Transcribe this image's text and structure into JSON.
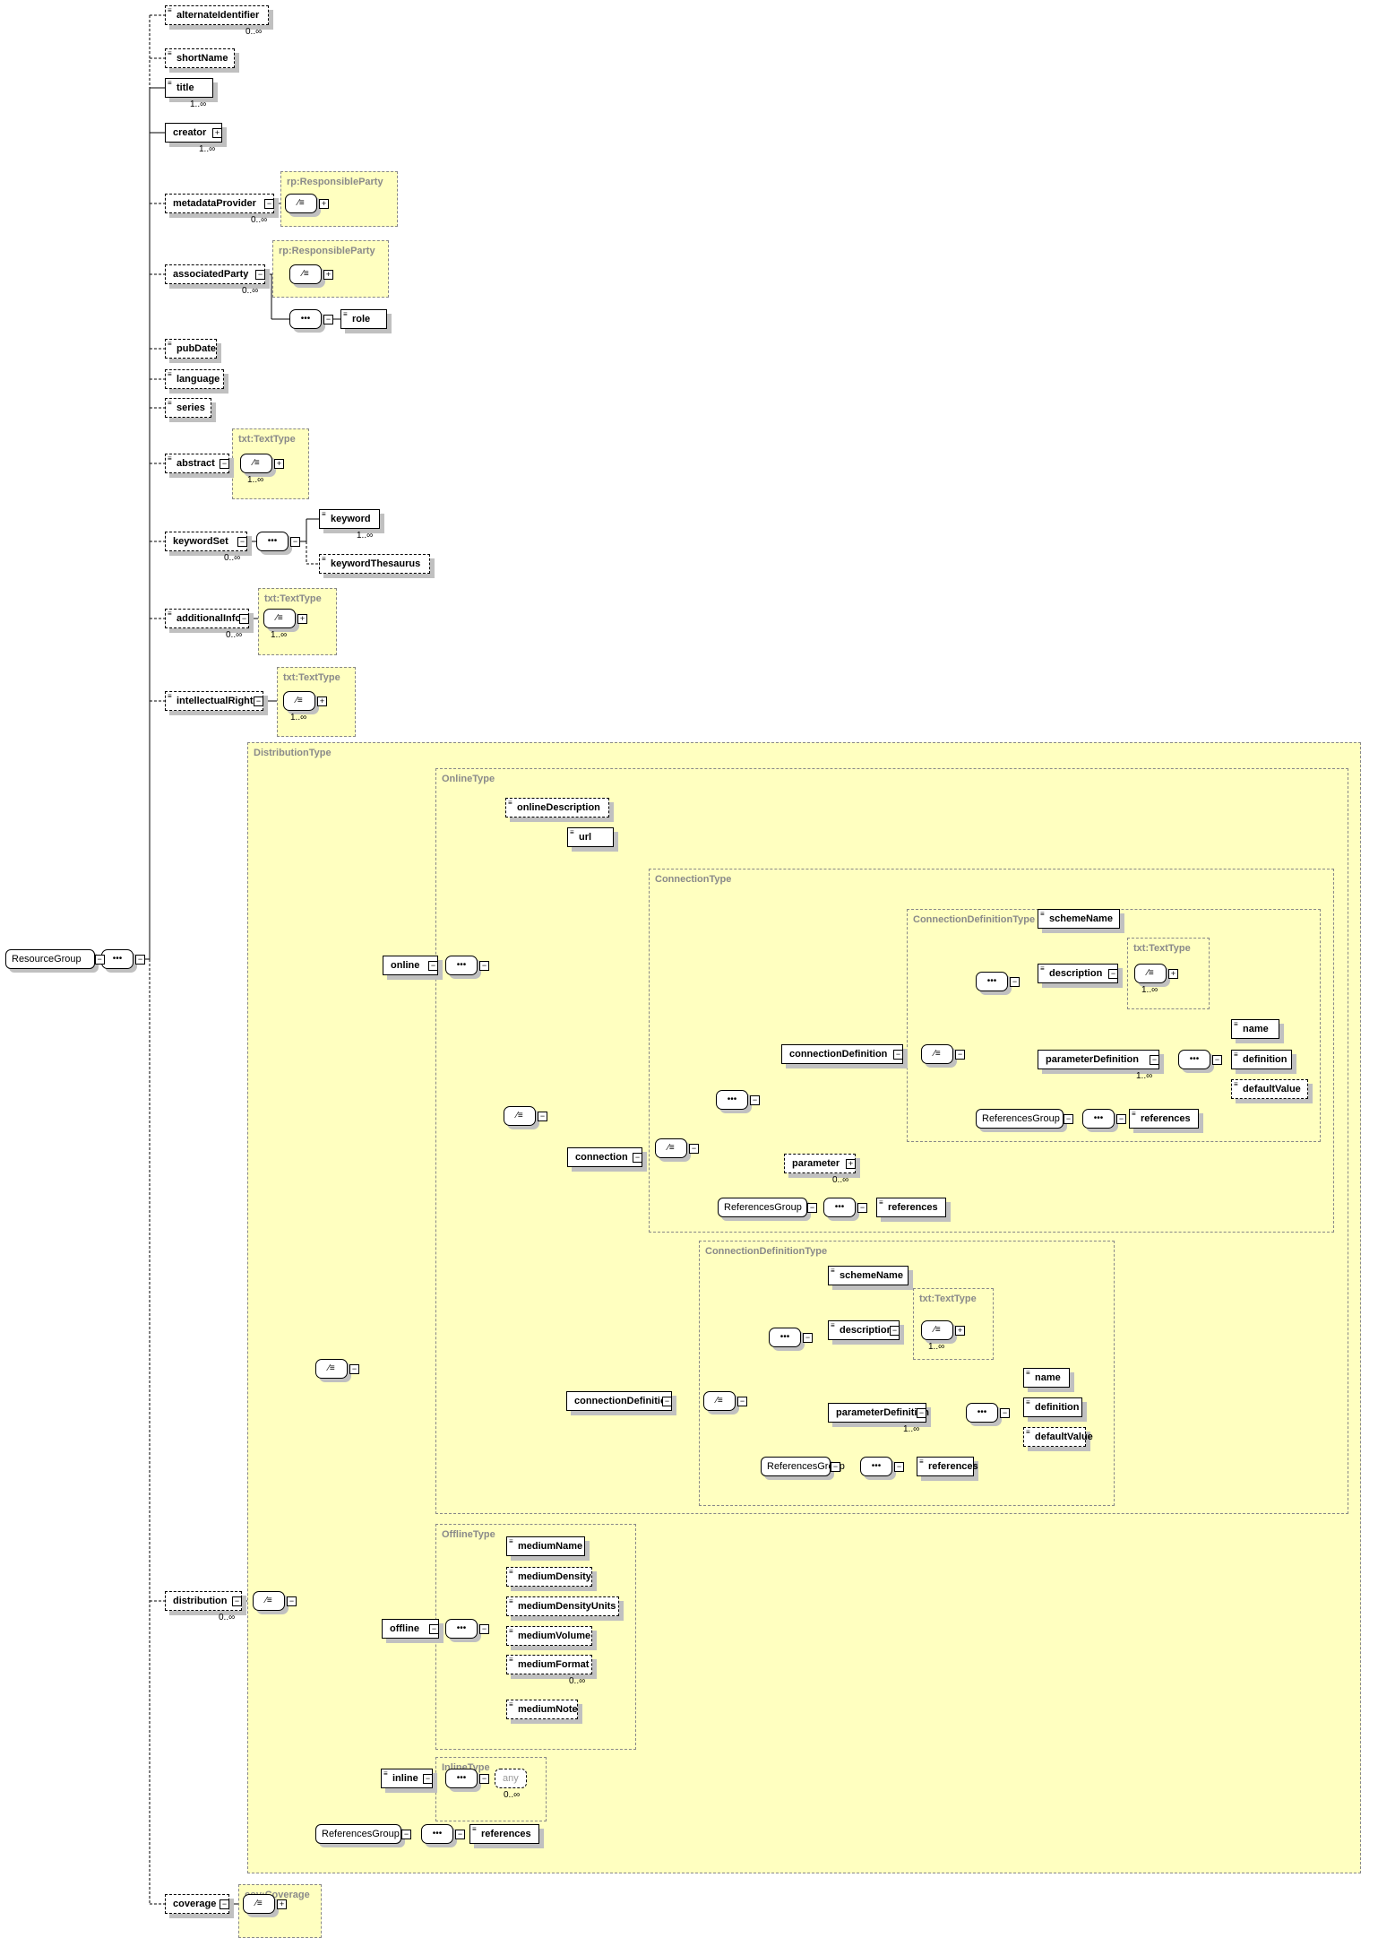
{
  "diagram": {
    "root": {
      "label": "ResourceGroup",
      "compositor": "sequence"
    },
    "compositor_glyphs": {
      "sequence": "•••",
      "choice": "⁄≡"
    },
    "toggle_glyphs": {
      "collapse": "−",
      "expand": "+"
    },
    "type_boxes": [
      {
        "id": "t-mp",
        "label": "rp:ResponsibleParty"
      },
      {
        "id": "t-ap",
        "label": "rp:ResponsibleParty"
      },
      {
        "id": "t-abs",
        "label": "txt:TextType"
      },
      {
        "id": "t-ai",
        "label": "txt:TextType"
      },
      {
        "id": "t-ir",
        "label": "txt:TextType"
      },
      {
        "id": "t-dist",
        "label": "DistributionType"
      },
      {
        "id": "t-online",
        "label": "OnlineType"
      },
      {
        "id": "t-conn",
        "label": "ConnectionType"
      },
      {
        "id": "t-cdt1",
        "label": "ConnectionDefinitionType"
      },
      {
        "id": "t-desc1",
        "label": "txt:TextType"
      },
      {
        "id": "t-cdt2",
        "label": "ConnectionDefinitionType"
      },
      {
        "id": "t-desc2",
        "label": "txt:TextType"
      },
      {
        "id": "t-offline",
        "label": "OfflineType"
      },
      {
        "id": "t-inline",
        "label": "InlineType"
      },
      {
        "id": "t-cov",
        "label": "cov:Coverage"
      }
    ],
    "elements": [
      {
        "id": "alternateIdentifier",
        "label": "alternateIdentifier",
        "optional": true,
        "multi": true,
        "doc": true,
        "cardinality": "0..∞"
      },
      {
        "id": "shortName",
        "label": "shortName",
        "optional": true,
        "doc": true
      },
      {
        "id": "title",
        "label": "title",
        "multi": true,
        "doc": true,
        "cardinality": "1..∞"
      },
      {
        "id": "creator",
        "label": "creator",
        "multi": true,
        "toggle": "expand",
        "cardinality": "1..∞"
      },
      {
        "id": "metadataProvider",
        "label": "metadataProvider",
        "optional": true,
        "multi": true,
        "toggle": "collapse",
        "cardinality": "0..∞"
      },
      {
        "id": "associatedParty",
        "label": "associatedParty",
        "optional": true,
        "multi": true,
        "toggle": "collapse",
        "cardinality": "0..∞"
      },
      {
        "id": "role",
        "label": "role",
        "doc": true
      },
      {
        "id": "pubDate",
        "label": "pubDate",
        "optional": true,
        "doc": true
      },
      {
        "id": "language",
        "label": "language",
        "optional": true,
        "doc": true
      },
      {
        "id": "series",
        "label": "series",
        "optional": true,
        "doc": true
      },
      {
        "id": "abstract",
        "label": "abstract",
        "optional": true,
        "doc": true,
        "toggle": "collapse"
      },
      {
        "id": "keywordSet",
        "label": "keywordSet",
        "optional": true,
        "multi": true,
        "toggle": "collapse",
        "cardinality": "0..∞"
      },
      {
        "id": "keyword",
        "label": "keyword",
        "multi": true,
        "doc": true,
        "cardinality": "1..∞"
      },
      {
        "id": "keywordThesaurus",
        "label": "keywordThesaurus",
        "optional": true,
        "doc": true
      },
      {
        "id": "additionalInfo",
        "label": "additionalInfo",
        "optional": true,
        "multi": true,
        "doc": true,
        "toggle": "collapse",
        "cardinality": "0..∞"
      },
      {
        "id": "intellectualRights",
        "label": "intellectualRights",
        "optional": true,
        "doc": true,
        "toggle": "collapse"
      },
      {
        "id": "distribution",
        "label": "distribution",
        "optional": true,
        "multi": true,
        "toggle": "collapse",
        "cardinality": "0..∞"
      },
      {
        "id": "online",
        "label": "online",
        "toggle": "collapse"
      },
      {
        "id": "onlineDescription",
        "label": "onlineDescription",
        "optional": true,
        "doc": true
      },
      {
        "id": "url",
        "label": "url",
        "doc": true
      },
      {
        "id": "connection",
        "label": "connection",
        "toggle": "collapse"
      },
      {
        "id": "connectionDefinition1",
        "label": "connectionDefinition",
        "toggle": "collapse"
      },
      {
        "id": "parameter",
        "label": "parameter",
        "optional": true,
        "multi": true,
        "toggle": "expand",
        "cardinality": "0..∞"
      },
      {
        "id": "references1",
        "label": "references",
        "doc": true
      },
      {
        "id": "schemeName1",
        "label": "schemeName",
        "doc": true
      },
      {
        "id": "description1",
        "label": "description",
        "doc": true,
        "toggle": "collapse"
      },
      {
        "id": "parameterDefinition1",
        "label": "parameterDefinition",
        "multi": true,
        "toggle": "collapse",
        "cardinality": "1..∞"
      },
      {
        "id": "name1",
        "label": "name",
        "doc": true
      },
      {
        "id": "definition1",
        "label": "definition",
        "doc": true
      },
      {
        "id": "defaultValue1",
        "label": "defaultValue",
        "optional": true,
        "doc": true
      },
      {
        "id": "references2",
        "label": "references",
        "doc": true
      },
      {
        "id": "connectionDefinition2",
        "label": "connectionDefinition",
        "toggle": "collapse"
      },
      {
        "id": "schemeName2",
        "label": "schemeName",
        "doc": true
      },
      {
        "id": "description2",
        "label": "description",
        "doc": true,
        "toggle": "collapse"
      },
      {
        "id": "parameterDefinition2",
        "label": "parameterDefinition",
        "multi": true,
        "toggle": "collapse",
        "cardinality": "1..∞"
      },
      {
        "id": "name2",
        "label": "name",
        "doc": true
      },
      {
        "id": "definition2",
        "label": "definition",
        "doc": true
      },
      {
        "id": "defaultValue2",
        "label": "defaultValue",
        "optional": true,
        "doc": true
      },
      {
        "id": "references3",
        "label": "references",
        "doc": true
      },
      {
        "id": "offline",
        "label": "offline",
        "toggle": "collapse"
      },
      {
        "id": "mediumName",
        "label": "mediumName",
        "doc": true
      },
      {
        "id": "mediumDensity",
        "label": "mediumDensity",
        "optional": true,
        "doc": true
      },
      {
        "id": "mediumDensityUnits",
        "label": "mediumDensityUnits",
        "optional": true,
        "doc": true
      },
      {
        "id": "mediumVolume",
        "label": "mediumVolume",
        "optional": true,
        "doc": true
      },
      {
        "id": "mediumFormat",
        "label": "mediumFormat",
        "optional": true,
        "multi": true,
        "doc": true,
        "cardinality": "0..∞"
      },
      {
        "id": "mediumNote",
        "label": "mediumNote",
        "optional": true,
        "doc": true
      },
      {
        "id": "inline",
        "label": "inline",
        "doc": true,
        "toggle": "collapse"
      },
      {
        "id": "references4",
        "label": "references",
        "doc": true
      },
      {
        "id": "coverage",
        "label": "coverage",
        "optional": true,
        "toggle": "collapse"
      }
    ],
    "groups": [
      {
        "id": "refgrp1",
        "label": "ReferencesGroup"
      },
      {
        "id": "refgrp2",
        "label": "ReferencesGroup"
      },
      {
        "id": "refgrp3",
        "label": "ReferencesGroup"
      },
      {
        "id": "refgrp4",
        "label": "ReferencesGroup"
      }
    ],
    "wildcard": {
      "label": "any",
      "cardinality": "0..∞"
    },
    "compositor_cardinalities": {
      "abstract": "1..∞",
      "additionalInfo": "1..∞",
      "intellectualRights": "1..∞",
      "desc1": "1..∞",
      "desc2": "1..∞"
    }
  }
}
